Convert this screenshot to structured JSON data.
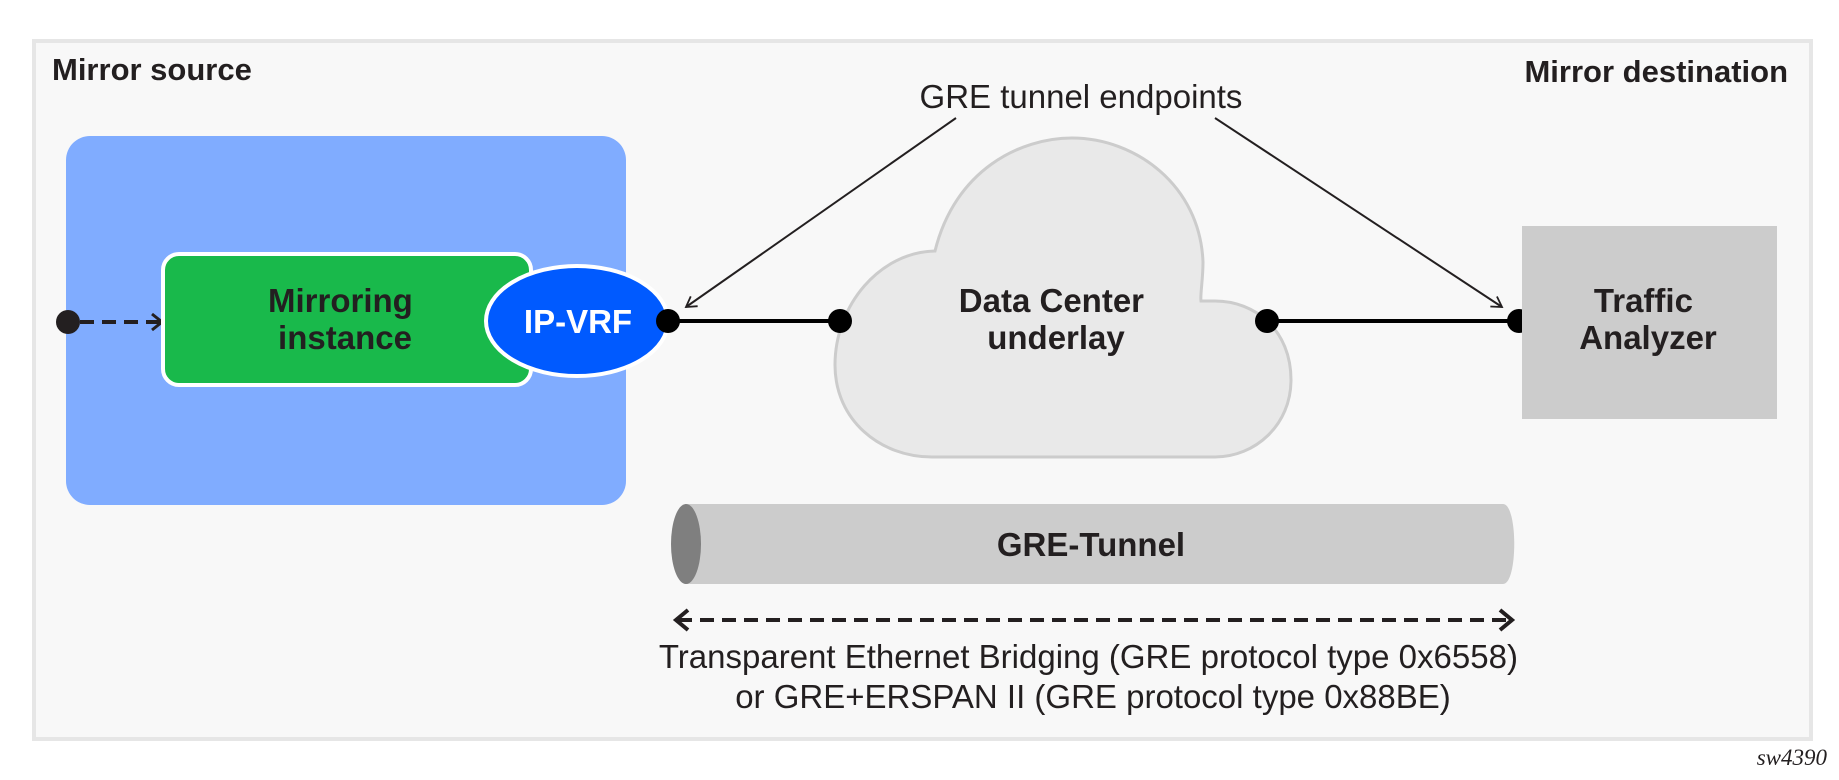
{
  "diagram": {
    "section_left_title": "Mirror source",
    "section_right_title": "Mirror destination",
    "endpoints_callout": "GRE tunnel endpoints",
    "mirroring_instance": [
      "Mirroring",
      "instance"
    ],
    "ip_vrf": "IP-VRF",
    "cloud": [
      "Data Center",
      "underlay"
    ],
    "traffic_analyzer": [
      "Traffic",
      "Analyzer"
    ],
    "tunnel_label": "GRE-Tunnel",
    "encapsulation_note": [
      "Transparent Ethernet Bridging (GRE protocol type 0x6558)",
      "or GRE+ERSPAN II (GRE protocol type 0x88BE)"
    ],
    "figure_id": "sw4390"
  },
  "colors": {
    "source_region": "#80acff",
    "mirroring_instance": "#19b94b",
    "ip_vrf": "#005aff",
    "cloud_fill": "#e9e9e9",
    "cloud_stroke": "#cccccc",
    "analyzer": "#cccccc",
    "tunnel_body": "#cccccc",
    "tunnel_end": "#7f7f7f",
    "frame_bg": "#f8f8f8",
    "frame_border": "#e6e6e6"
  }
}
